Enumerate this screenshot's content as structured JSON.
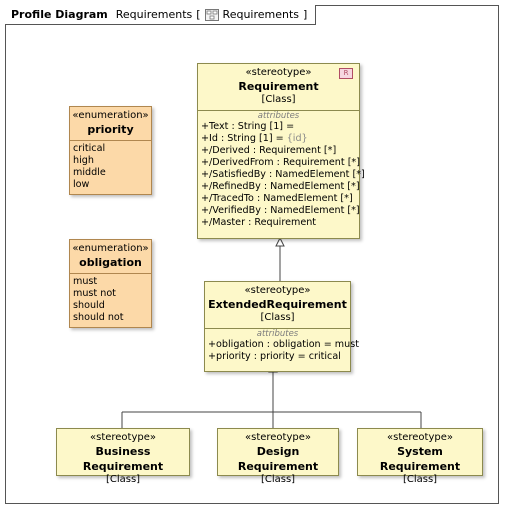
{
  "diagram": {
    "kind": "Profile Diagram",
    "name": "Requirements",
    "bracket_open": "[",
    "package_name": "Requirements",
    "bracket_close": "]"
  },
  "classes": {
    "requirement": {
      "stereotype": "«stereotype»",
      "name": "Requirement",
      "type": "[Class]",
      "badge": "R",
      "attributes_title": "attributes",
      "attributes": [
        "+Text : String [1] =",
        "+Id : String [1] = ",
        "+/Derived : Requirement [*]",
        "+/DerivedFrom : Requirement [*]",
        "+/SatisfiedBy : NamedElement [*]",
        "+/RefinedBy : NamedElement [*]",
        "+/TracedTo : NamedElement [*]",
        "+/VerifiedBy : NamedElement [*]",
        "+/Master : Requirement"
      ],
      "id_default": "{id}"
    },
    "extended": {
      "stereotype": "«stereotype»",
      "name": "ExtendedRequirement",
      "type": "[Class]",
      "attributes_title": "attributes",
      "attributes": [
        "+obligation : obligation = must",
        "+priority : priority = critical"
      ]
    },
    "business": {
      "stereotype": "«stereotype»",
      "name": "Business Requirement",
      "type": "[Class]"
    },
    "design": {
      "stereotype": "«stereotype»",
      "name": "Design Requirement",
      "type": "[Class]"
    },
    "system": {
      "stereotype": "«stereotype»",
      "name": "System Requirement",
      "type": "[Class]"
    }
  },
  "enumerations": {
    "priority": {
      "stereotype": "«enumeration»",
      "name": "priority",
      "literals": [
        "critical",
        "high",
        "middle",
        "low"
      ]
    },
    "obligation": {
      "stereotype": "«enumeration»",
      "name": "obligation",
      "literals": [
        "must",
        "must not",
        "should",
        "should not"
      ]
    }
  },
  "colors": {
    "class_fill": "#fdf8c9",
    "enum_fill": "#fcd9a8",
    "badge_stroke": "#b04d64"
  },
  "icons": [
    "document-icon",
    "requirement-badge-icon"
  ]
}
